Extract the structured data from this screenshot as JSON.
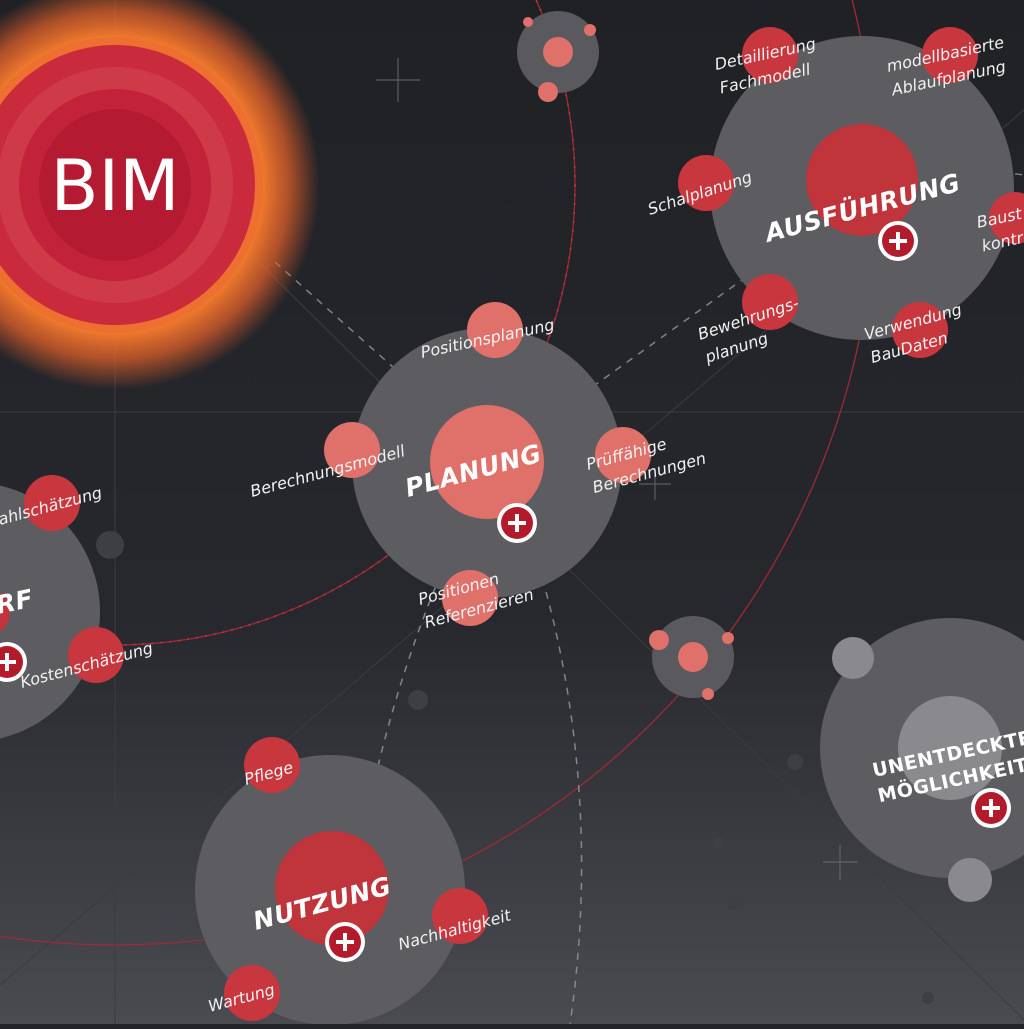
{
  "sun": {
    "label": "BIM"
  },
  "planets": {
    "ausfuehrung": {
      "label": "AUSFÜHRUNG",
      "satellites": {
        "detaillierung": [
          "Detaillierung",
          "Fachmodell"
        ],
        "ablauf": [
          "modellbasierte",
          "Ablaufplanung"
        ],
        "schal": [
          "Schalplanung"
        ],
        "bauk": [
          "Baust",
          "kontr"
        ],
        "bewehrung": [
          "Bewehrungs-",
          "planung"
        ],
        "verwendung": [
          "Verwendung",
          "BauDaten"
        ]
      }
    },
    "planung": {
      "label": "PLANUNG",
      "satellites": {
        "positionsplanung": [
          "Positionsplanung"
        ],
        "berechnungsmodell": [
          "Berechnungsmodell"
        ],
        "pruef": [
          "Prüffähige",
          "Berechnungen"
        ],
        "positionen": [
          "Positionen",
          "Referenzieren"
        ]
      }
    },
    "entwurf": {
      "label": "RF",
      "satellites": {
        "zahl": [
          "ahlschätzung"
        ],
        "kosten": [
          "Kostenschätzung"
        ]
      }
    },
    "nutzung": {
      "label": "NUTZUNG",
      "satellites": {
        "pflege": [
          "Pflege"
        ],
        "nachhaltigkeit": [
          "Nachhaltigkeit"
        ],
        "wartung": [
          "Wartung"
        ]
      }
    },
    "unentdeckt": {
      "label": [
        "UNENTDECKTE",
        "MÖGLICHKEITE"
      ]
    }
  },
  "plus_symbol": "+",
  "colors": {
    "background": "#222428",
    "planet_halo": "#5d5c61",
    "core_red": "#c0343b",
    "core_salmon": "#e0706a",
    "satellite_red": "#c8363e",
    "orbit_red": "#9e2a34",
    "dashed_line": "#9a9a9e",
    "plus_button": "#b31b2c"
  }
}
